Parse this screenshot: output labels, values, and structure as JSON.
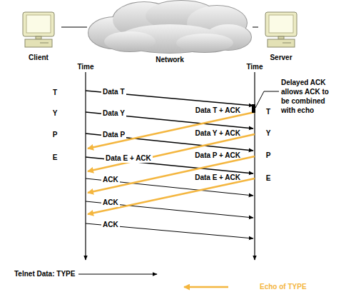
{
  "diagram": {
    "nodes": [
      {
        "text": [
          "Client"
        ]
      },
      {
        "text": [
          "Network"
        ]
      },
      {
        "text": [
          "Server"
        ]
      }
    ],
    "edges": [
      {
        "from": 0,
        "to": 1,
        "arrow": "none"
      },
      {
        "from": 1,
        "to": 2,
        "arrow": "none"
      }
    ],
    "labels": [
      "Time",
      "Time",
      "T",
      "Y",
      "P",
      "E",
      "Data T",
      "Data Y",
      "Data P",
      "Data E + ACK",
      "ACK",
      "ACK",
      "ACK",
      "Data T + ACK",
      "Data Y + ACK",
      "Data P + ACK",
      "Data E + ACK",
      "T",
      "Y",
      "P",
      "E",
      "Delayed ACK allows ACK to be combined with echo"
    ],
    "legend": [
      {
        "text": "Telnet Data: TYPE"
      },
      {
        "text": "Echo of TYPE"
      }
    ]
  }
}
